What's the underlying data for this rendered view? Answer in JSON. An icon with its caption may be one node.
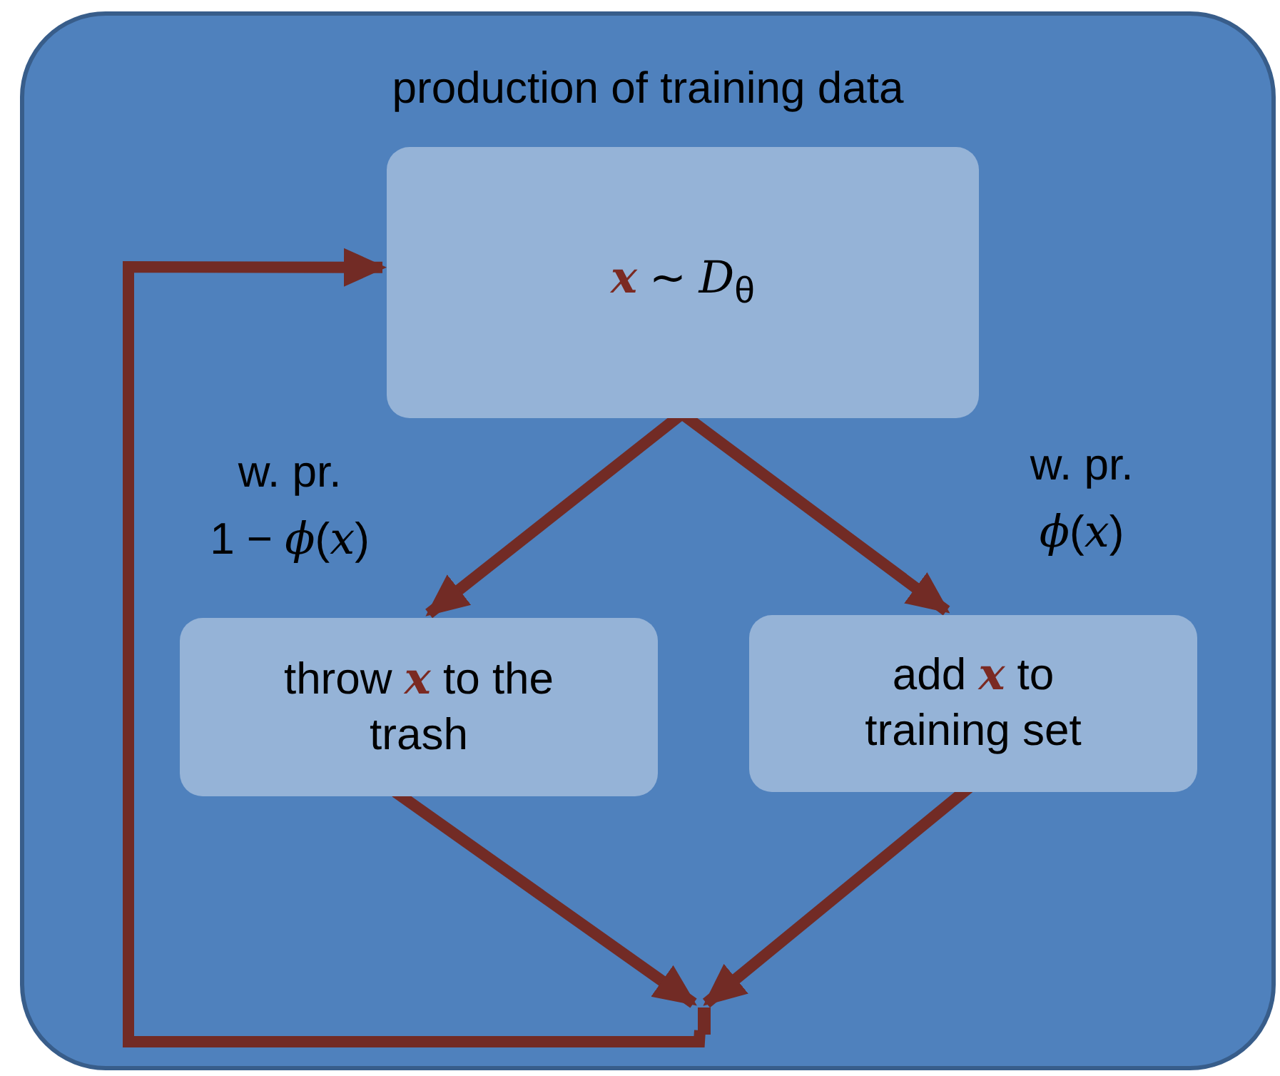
{
  "diagram": {
    "nodes": [
      {
        "text": [
          "production of training data"
        ]
      },
      {
        "text": [
          "**x** ∼ *D*$_{θ}$"
        ],
        "in": 0
      },
      {
        "text": [
          "throw **x** to the trash"
        ],
        "in": 0
      },
      {
        "text": [
          "add **x** to training set"
        ],
        "in": 0
      },
      {
        "text": [],
        "shape": "bar",
        "in": 0
      }
    ],
    "edges": [
      {
        "from": 1,
        "to": 2,
        "arrow": "to",
        "label": "w. pr. 1 − *ϕ*(*x*)"
      },
      {
        "from": 1,
        "to": 3,
        "arrow": "to",
        "label": "w. pr. *ϕ*(*x*)"
      },
      {
        "from": 2,
        "to": 4,
        "arrow": "to"
      },
      {
        "from": 3,
        "to": 4,
        "arrow": "to"
      },
      {
        "from": 4,
        "to": 1,
        "arrow": "to"
      }
    ]
  }
}
